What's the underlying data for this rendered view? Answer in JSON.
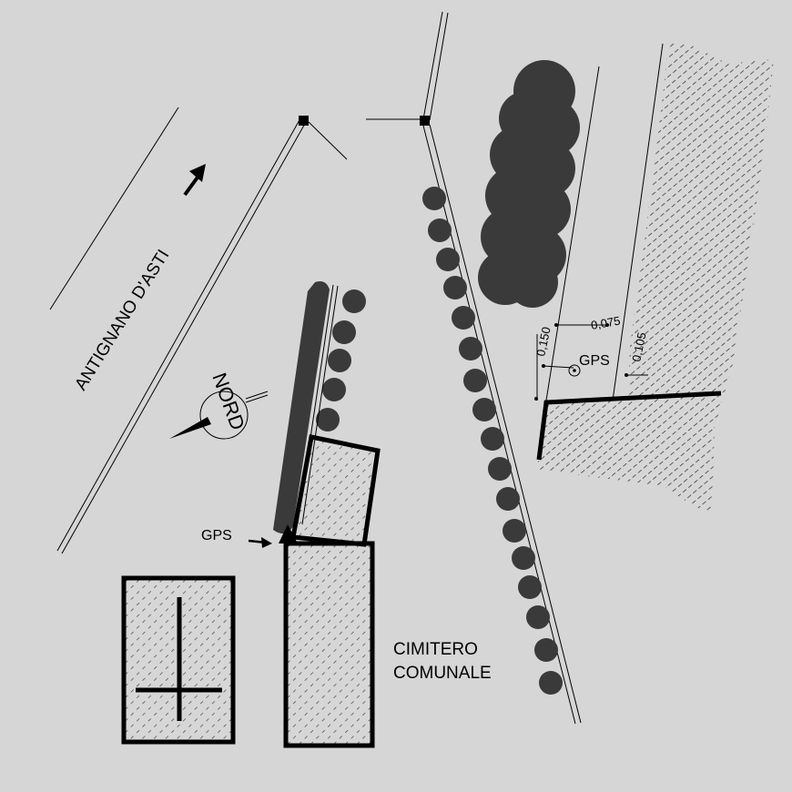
{
  "labels": {
    "road_name": "ANTIGNANO D'ASTI",
    "north": "NORD",
    "gps_marker": "GPS",
    "gps_survey": "GPS",
    "cemetery_line1": "CIMITERO",
    "cemetery_line2": "COMUNALE"
  },
  "dimensions": {
    "d1": "0,150",
    "d2": "0,075",
    "d3": "0,105"
  },
  "colors": {
    "background": "#d6d6d6",
    "line": "#000000",
    "tree": "#3a3a3a",
    "hatch": "#444444"
  }
}
